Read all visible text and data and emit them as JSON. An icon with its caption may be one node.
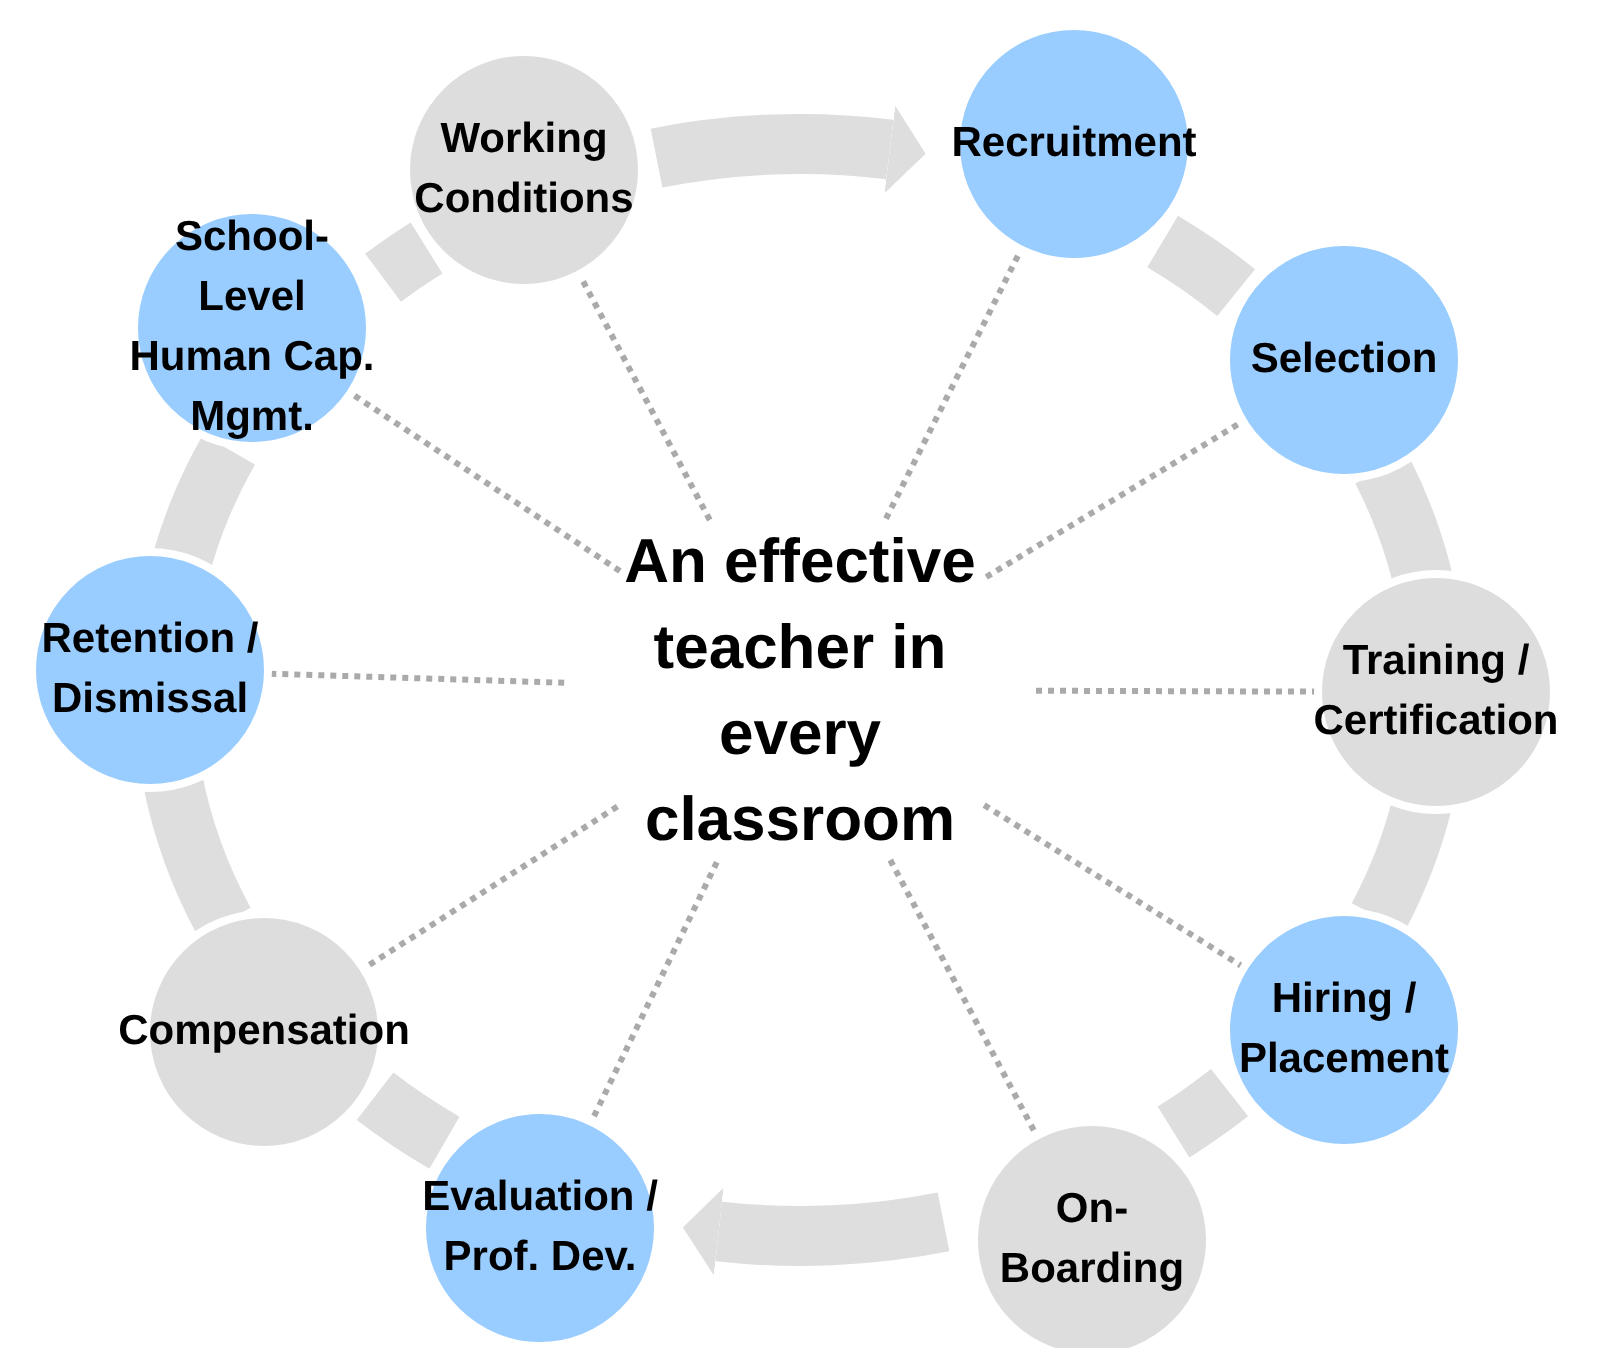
{
  "diagram": {
    "nodes": [
      {
        "text": [
          "An effective teacher in every classroom"
        ]
      },
      {
        "text": [
          "Working Conditions"
        ]
      },
      {
        "text": [
          "Recruitment"
        ]
      },
      {
        "text": [
          "Selection"
        ]
      },
      {
        "text": [
          "Training / Certification"
        ]
      },
      {
        "text": [
          "Hiring / Placement"
        ]
      },
      {
        "text": [
          "On-Boarding"
        ]
      },
      {
        "text": [
          "Evaluation / Prof. Dev."
        ]
      },
      {
        "text": [
          "Compensation"
        ]
      },
      {
        "text": [
          "Retention / Dismissal"
        ]
      },
      {
        "text": [
          "School-Level Human Cap. Mgmt."
        ]
      }
    ],
    "edges": [
      {
        "from": 1,
        "to": 2,
        "arrow": "to",
        "style": "thick"
      },
      {
        "from": 2,
        "to": 3,
        "arrow": "none",
        "style": "thick"
      },
      {
        "from": 3,
        "to": 4,
        "arrow": "none",
        "style": "thick"
      },
      {
        "from": 4,
        "to": 5,
        "arrow": "none",
        "style": "thick"
      },
      {
        "from": 5,
        "to": 6,
        "arrow": "none",
        "style": "thick"
      },
      {
        "from": 6,
        "to": 7,
        "arrow": "to",
        "style": "thick"
      },
      {
        "from": 7,
        "to": 8,
        "arrow": "none",
        "style": "thick"
      },
      {
        "from": 8,
        "to": 9,
        "arrow": "none",
        "style": "thick"
      },
      {
        "from": 9,
        "to": 10,
        "arrow": "none",
        "style": "thick"
      },
      {
        "from": 10,
        "to": 1,
        "arrow": "none",
        "style": "thick"
      },
      {
        "from": 0,
        "to": 1,
        "arrow": "none",
        "style": "dashed"
      },
      {
        "from": 0,
        "to": 2,
        "arrow": "none",
        "style": "dashed"
      },
      {
        "from": 0,
        "to": 3,
        "arrow": "none",
        "style": "dashed"
      },
      {
        "from": 0,
        "to": 4,
        "arrow": "none",
        "style": "dashed"
      },
      {
        "from": 0,
        "to": 5,
        "arrow": "none",
        "style": "dashed"
      },
      {
        "from": 0,
        "to": 6,
        "arrow": "none",
        "style": "dashed"
      },
      {
        "from": 0,
        "to": 7,
        "arrow": "none",
        "style": "dashed"
      },
      {
        "from": 0,
        "to": 8,
        "arrow": "none",
        "style": "dashed"
      },
      {
        "from": 0,
        "to": 9,
        "arrow": "none",
        "style": "dashed"
      },
      {
        "from": 0,
        "to": 10,
        "arrow": "none",
        "style": "dashed"
      }
    ]
  }
}
